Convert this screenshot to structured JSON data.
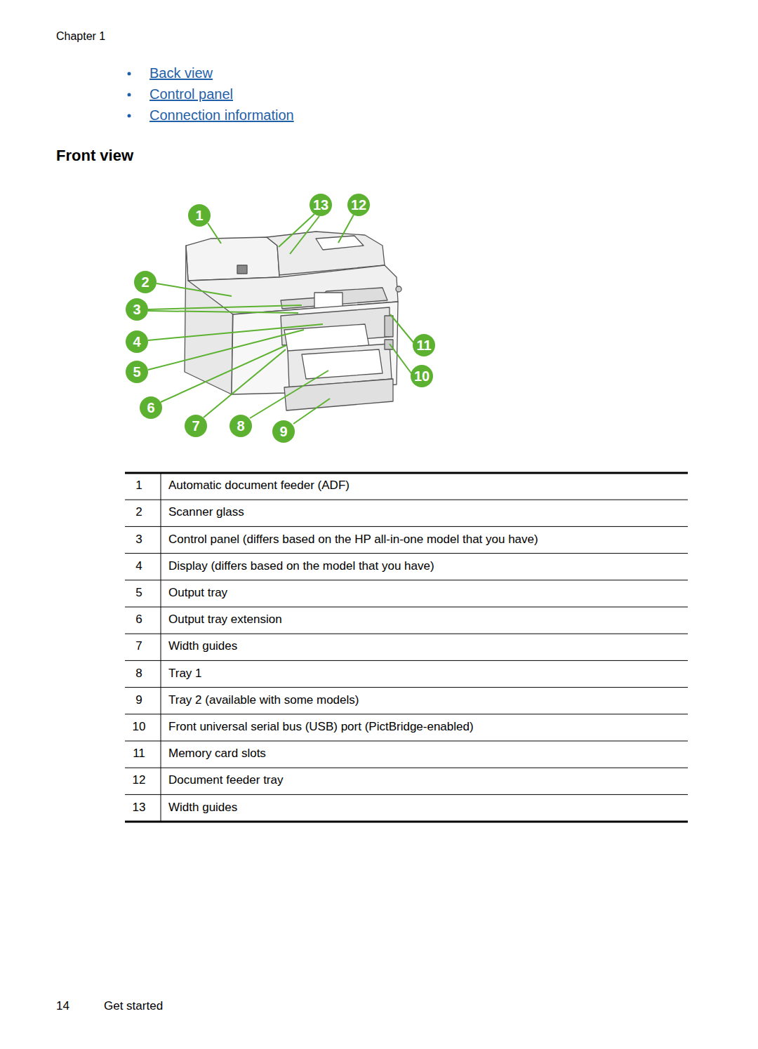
{
  "diagram": {
    "title": "Front view",
    "nodes": [
      {
        "text": [
          "1"
        ]
      },
      {
        "text": [
          "13"
        ]
      },
      {
        "text": [
          "12"
        ]
      },
      {
        "text": [
          "2"
        ]
      },
      {
        "text": [
          "3"
        ]
      },
      {
        "text": [
          "11"
        ]
      },
      {
        "text": [
          "4"
        ]
      },
      {
        "text": [
          "10"
        ]
      },
      {
        "text": [
          "5"
        ]
      },
      {
        "text": [
          "6"
        ]
      },
      {
        "text": [
          "7"
        ]
      },
      {
        "text": [
          "8"
        ]
      },
      {
        "text": [
          "9"
        ]
      }
    ],
    "labels": [
      "Chapter 1",
      "Back view",
      "Control panel",
      "Connection information",
      "1",
      "Automatic document feeder (ADF)",
      "2",
      "Scanner glass",
      "3",
      "Control panel (differs based on the HP all-in-one model that you have)",
      "4",
      "Display (differs based on the model that you have)",
      "5",
      "Output tray",
      "6",
      "Output tray extension",
      "7",
      "Width guides",
      "8",
      "Tray 1",
      "9",
      "Tray 2 (available with some models)",
      "10",
      "Front universal serial bus (USB) port (PictBridge-enabled)",
      "11",
      "Memory card slots",
      "12",
      "Document feeder tray",
      "13",
      "Width guides",
      "14",
      "Get started"
    ]
  }
}
